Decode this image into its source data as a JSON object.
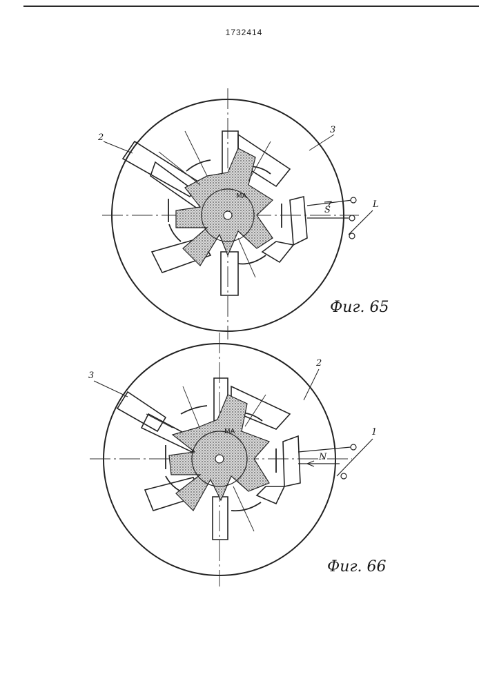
{
  "patent_number": "1732414",
  "figures": [
    {
      "caption": "Фиг. 65",
      "labels": {
        "left": "2",
        "right": "3",
        "terminal": "L",
        "arrow": "S",
        "rotor": "MA"
      }
    },
    {
      "caption": "Фиг. 66",
      "labels": {
        "left": "3",
        "right": "2",
        "terminal": "1",
        "arrow": "N",
        "rotor": "MA"
      }
    }
  ]
}
